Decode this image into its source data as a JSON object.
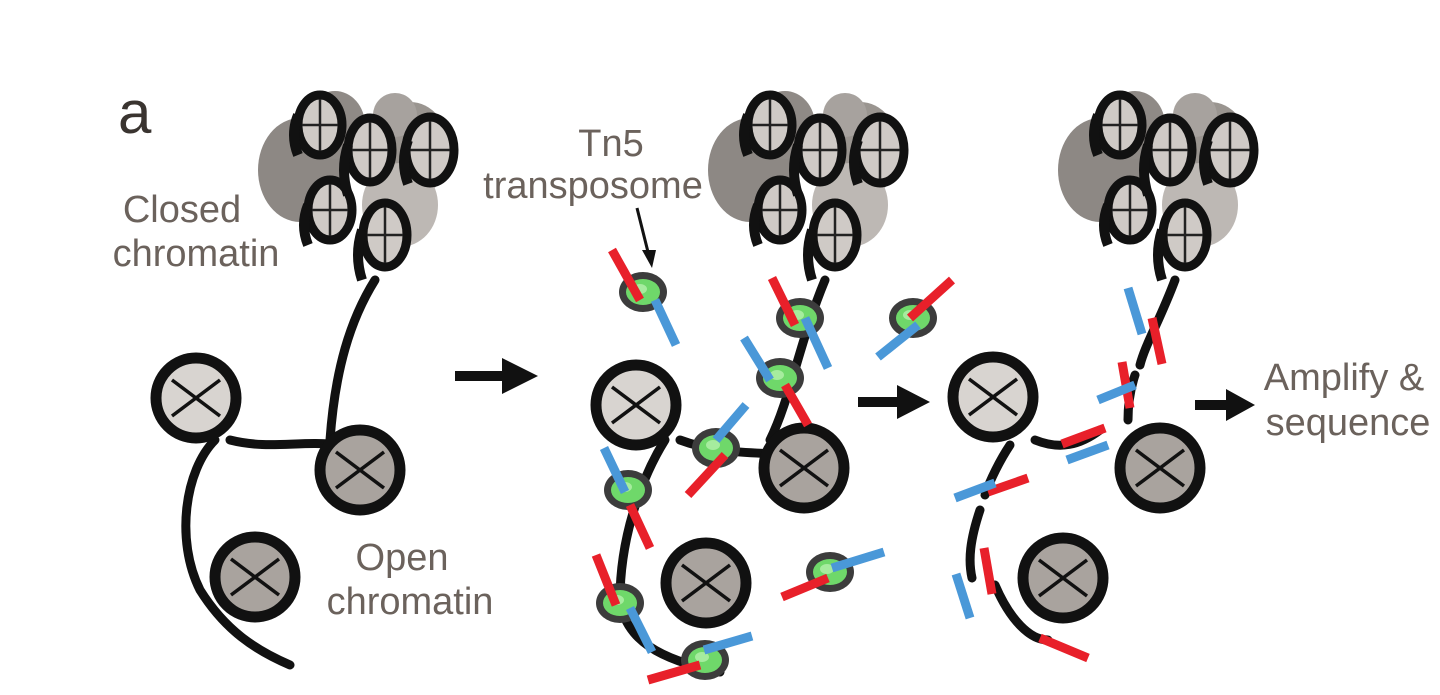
{
  "panel_letter": "a",
  "labels": {
    "closed_line1": "Closed",
    "closed_line2": "chromatin",
    "open_line1": "Open",
    "open_line2": "chromatin",
    "tn5_line1": "Tn5",
    "tn5_line2": "transposome",
    "amplify_line1": "Amplify &",
    "amplify_line2": "sequence"
  },
  "colors": {
    "chromatin": "#111111",
    "nucleosome_light": "#d8d4d0",
    "nucleosome_mid": "#a9a39e",
    "nucleosome_dark": "#8f8984",
    "tn5_green": "#6fd86a",
    "adapter_red": "#e8202a",
    "adapter_blue": "#4a98d8"
  }
}
